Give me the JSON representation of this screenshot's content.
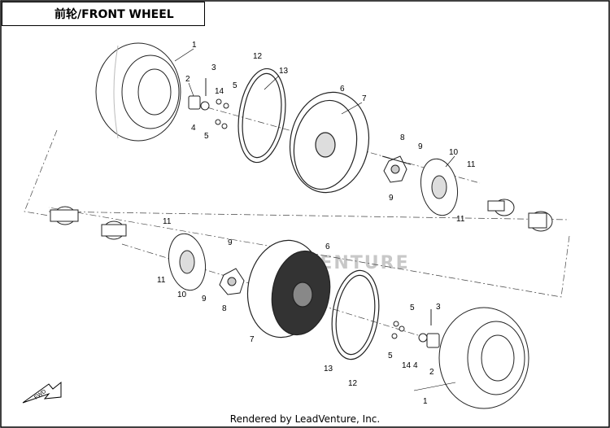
{
  "title": "前轮/FRONT WHEEL",
  "footer": "Rendered by LeadVenture, Inc.",
  "direction_badge": "FWD",
  "watermark": "ADVENTURE",
  "callouts": [
    {
      "id": "c1a",
      "label": "1"
    },
    {
      "id": "c2a",
      "label": "2"
    },
    {
      "id": "c3a",
      "label": "3"
    },
    {
      "id": "c4a",
      "label": "4"
    },
    {
      "id": "c5a",
      "label": "5"
    },
    {
      "id": "c5b",
      "label": "5"
    },
    {
      "id": "c14a",
      "label": "14"
    },
    {
      "id": "c12a",
      "label": "12"
    },
    {
      "id": "c13a",
      "label": "13"
    },
    {
      "id": "c6a",
      "label": "6"
    },
    {
      "id": "c7a",
      "label": "7"
    },
    {
      "id": "c8a",
      "label": "8"
    },
    {
      "id": "c9a",
      "label": "9"
    },
    {
      "id": "c9b",
      "label": "9"
    },
    {
      "id": "c10a",
      "label": "10"
    },
    {
      "id": "c11a",
      "label": "11"
    },
    {
      "id": "c11b",
      "label": "11"
    },
    {
      "id": "c11c",
      "label": "11"
    },
    {
      "id": "c11d",
      "label": "11"
    },
    {
      "id": "c10b",
      "label": "10"
    },
    {
      "id": "c9c",
      "label": "9"
    },
    {
      "id": "c9d",
      "label": "9"
    },
    {
      "id": "c8b",
      "label": "8"
    },
    {
      "id": "c6b",
      "label": "6"
    },
    {
      "id": "c7b",
      "label": "7"
    },
    {
      "id": "c13b",
      "label": "13"
    },
    {
      "id": "c12b",
      "label": "12"
    },
    {
      "id": "c5c",
      "label": "5"
    },
    {
      "id": "c5d",
      "label": "5"
    },
    {
      "id": "c3b",
      "label": "3"
    },
    {
      "id": "c14b",
      "label": "14"
    },
    {
      "id": "c4b",
      "label": "4"
    },
    {
      "id": "c2b",
      "label": "2"
    },
    {
      "id": "c1b",
      "label": "1"
    }
  ]
}
